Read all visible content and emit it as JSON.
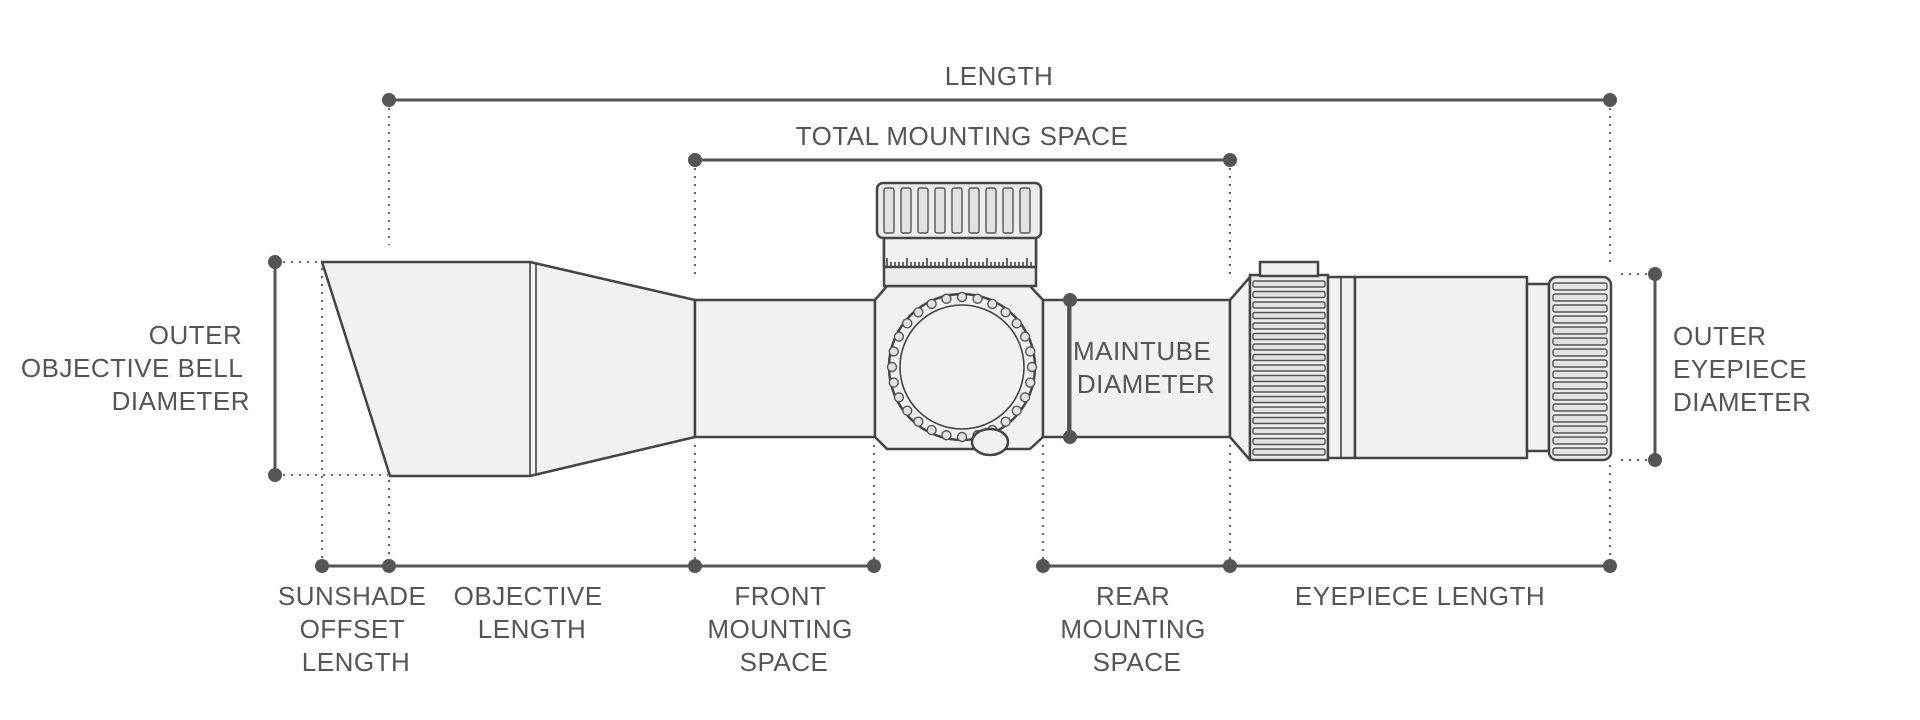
{
  "labels": {
    "length": "LENGTH",
    "total_mounting_space": "TOTAL MOUNTING SPACE",
    "outer_objective_bell_diameter": [
      "OUTER",
      "OBJECTIVE BELL",
      "DIAMETER"
    ],
    "maintube_diameter": [
      "MAINTUBE",
      "DIAMETER"
    ],
    "outer_eyepiece_diameter": [
      "OUTER",
      "EYEPIECE",
      "DIAMETER"
    ],
    "sunshade_offset_length": [
      "SUNSHADE",
      "OFFSET",
      "LENGTH"
    ],
    "objective_length": [
      "OBJECTIVE",
      "LENGTH"
    ],
    "front_mounting_space": [
      "FRONT",
      "MOUNTING",
      "SPACE"
    ],
    "rear_mounting_space": [
      "REAR",
      "MOUNTING",
      "SPACE"
    ],
    "eyepiece_length": "EYEPIECE LENGTH"
  },
  "colors": {
    "line": "#555555",
    "text": "#555555",
    "scope_fill": "#f1f1f1",
    "scope_stroke": "#444444",
    "background": "#ffffff"
  }
}
